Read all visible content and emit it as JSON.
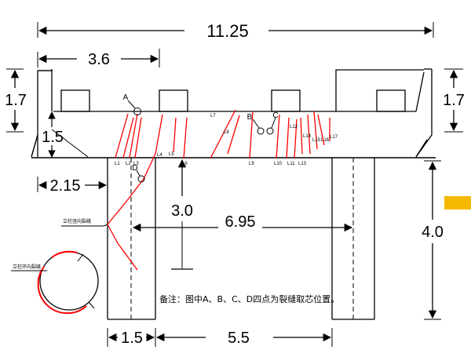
{
  "dimensions": {
    "total_width": "11.25",
    "left_offset": "3.6",
    "left_height": "1.7",
    "right_height": "1.7",
    "slope_height": "1.5",
    "left_col_offset": "2.15",
    "depth": "3.0",
    "span": "6.95",
    "col_height": "4.0",
    "col_width": "1.5",
    "col_spacing": "5.5"
  },
  "points": {
    "A": "A",
    "B": "B",
    "C": "C",
    "D": "D"
  },
  "crack_labels": [
    "L1",
    "L2",
    "L3",
    "L4",
    "L5",
    "L6",
    "L7",
    "L8",
    "L9",
    "L10",
    "L11",
    "L12",
    "L13",
    "L14",
    "L15",
    "L16",
    "L17"
  ],
  "annotations": {
    "vertical_crack_left": "立柱竖向裂缝",
    "horizontal_crack_circle": "立柱环向裂缝",
    "note": "备注：图中A、B、C、D四点为裂缝取芯位置。"
  },
  "colors": {
    "line": "#000000",
    "crack": "#ff0000",
    "marker": "#f5b800"
  }
}
